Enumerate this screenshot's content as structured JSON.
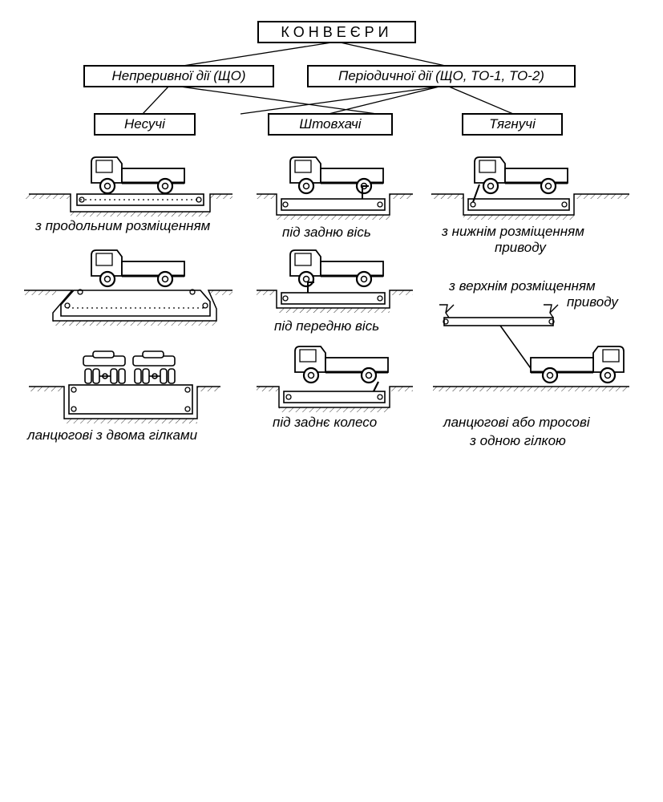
{
  "title": "КОНВЕЄРИ",
  "categories": {
    "continuous": "Непреривної дії (ЩО)",
    "periodic": "Періодичної дії (ЩО, ТО-1, ТО-2)"
  },
  "types": {
    "carrying": "Несучі",
    "pushing": "Штовхачі",
    "pulling": "Тягнучі"
  },
  "captions": {
    "longitudinal": "з продольним розміщенням",
    "two_branch": "ланцюгові з двома гілками",
    "rear_axle": "під задню вісь",
    "front_axle": "під передню вісь",
    "rear_wheel": "під заднє колесо",
    "lower_drive_1": "з нижнім розміщенням",
    "lower_drive_2": "приводу",
    "upper_drive_1": "з верхнім  розміщенням",
    "upper_drive_2": "приводу",
    "one_branch_1": "ланцюгові або тросові",
    "one_branch_2": "з одною гілкою"
  }
}
